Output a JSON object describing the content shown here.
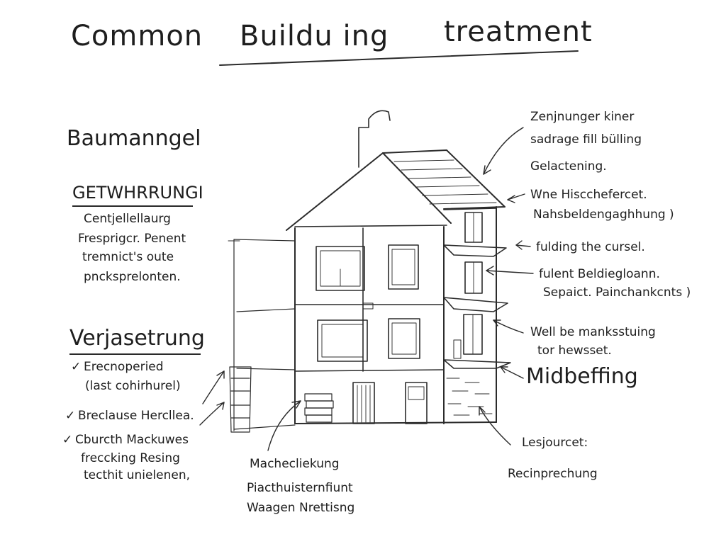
{
  "title": {
    "part1": "Common",
    "part2": "Buildu ing",
    "part3": "treatment"
  },
  "left": {
    "heading1": "Baumanngel",
    "heading2": "GETWHRRUNGI",
    "block1": [
      "Centjellellaurg",
      "Fresprigcr. Penent",
      "tremnict's oute",
      "pncksprelonten."
    ],
    "heading3": "Verjasetrung",
    "checks": [
      {
        "mark": "✓",
        "lines": [
          "Erecnoperied",
          "(last cohirhurel)"
        ]
      },
      {
        "mark": "✓",
        "lines": [
          "Breclause Hercllea."
        ]
      },
      {
        "mark": "✓",
        "lines": [
          "Cburcth Mackuwes",
          "freccking Resing",
          "tecthit unielenen,"
        ]
      }
    ]
  },
  "right": {
    "note1": [
      "Zenjnunger kiner",
      "sadrage fill bülling",
      "Gelactening."
    ],
    "note2": [
      "Wne Hiscchefercet.",
      "Nahsbeldengaghhung )"
    ],
    "note3": "fulding the cursel.",
    "note4": [
      "fulent Beldiegloann.",
      "Sepaict. Painchankcnts )"
    ],
    "note5": [
      "Well be manksstuing",
      "tor hewsset."
    ],
    "heading": "Midbeffing",
    "note6": "Lesjourcet:",
    "note7": "Recinprechung"
  },
  "bottom": {
    "lines": [
      "Machecliekung",
      "Piacthuisternfiunt",
      "Waagen Nrettisng"
    ]
  }
}
